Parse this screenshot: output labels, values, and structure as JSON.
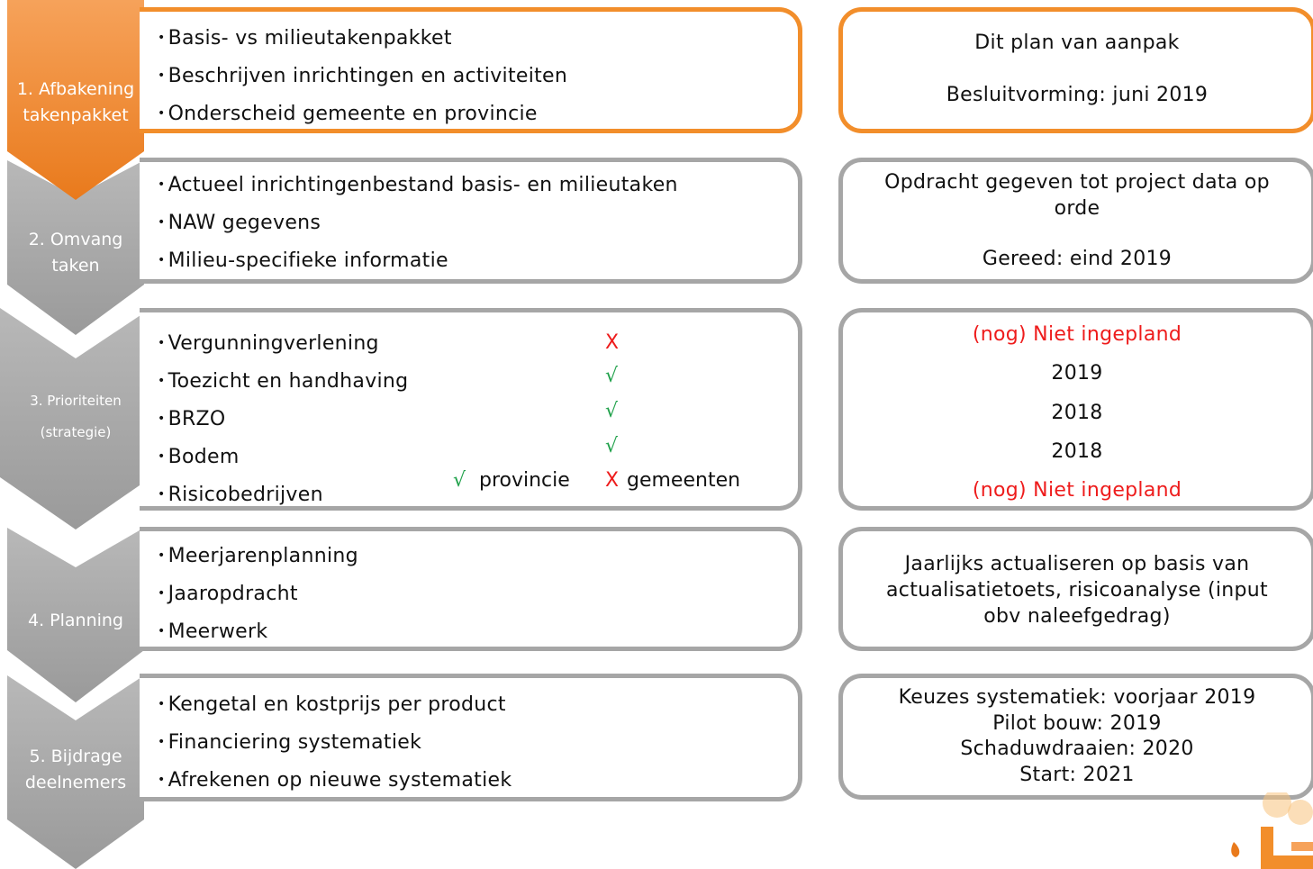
{
  "colors": {
    "active": "#f28e2b",
    "inactive": "#a6a6a6",
    "warning": "#ee1c1c",
    "check": "#22a24c"
  },
  "steps": [
    {
      "label_lines": [
        "1. Afbakening",
        "takenpakket"
      ],
      "items": [
        "Basis- vs milieutakenpakket",
        "Beschrijven inrichtingen en activiteiten",
        "Onderscheid gemeente en provincie"
      ],
      "status": [
        "Dit plan van aanpak",
        "Besluitvorming: juni 2019"
      ]
    },
    {
      "label_lines": [
        "2. Omvang",
        "taken"
      ],
      "items": [
        "Actueel inrichtingenbestand basis- en milieutaken",
        "NAW gegevens",
        "Milieu-specifieke informatie"
      ],
      "status": [
        "Opdracht gegeven tot project data op orde",
        "Gereed: eind 2019"
      ]
    },
    {
      "label_lines": [
        "3. Prioriteiten",
        "(strategie)"
      ],
      "items": [
        "Vergunningverlening",
        "Toezicht en handhaving",
        "BRZO",
        "Bodem",
        "Risicobedrijven"
      ],
      "marks": [
        "X",
        "√",
        "√",
        "√"
      ],
      "risk_marks": {
        "check": "√",
        "check_text": "provincie",
        "cross": "X",
        "cross_text": "gemeenten"
      },
      "status": [
        "(nog) Niet ingepland",
        "2019",
        "2018",
        "2018",
        "(nog) Niet ingepland"
      ]
    },
    {
      "label_lines": [
        "4. Planning"
      ],
      "items": [
        "Meerjarenplanning",
        "Jaaropdracht",
        "Meerwerk"
      ],
      "status": [
        "Jaarlijks actualiseren op basis van actualisatietoets, risicoanalyse (input obv naleefgedrag)"
      ]
    },
    {
      "label_lines": [
        "5. Bijdrage",
        "deelnemers"
      ],
      "items": [
        "Kengetal en kostprijs per product",
        "Financiering systematiek",
        "Afrekenen op nieuwe systematiek"
      ],
      "status": [
        "Keuzes systematiek: voorjaar 2019",
        "Pilot bouw: 2019",
        "Schaduwdraaien: 2020",
        "Start: 2021"
      ]
    }
  ]
}
